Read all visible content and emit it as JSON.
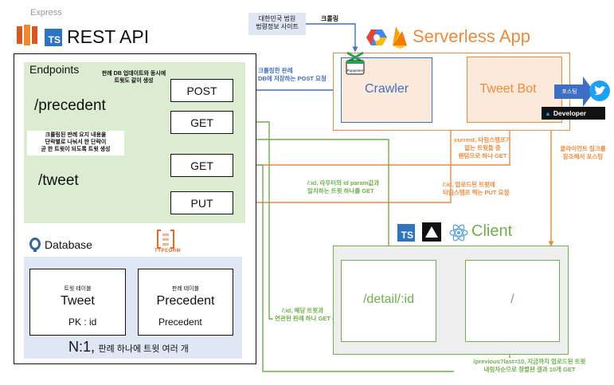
{
  "api": {
    "express_label": "Express",
    "ts_badge": "TS",
    "title": "REST API",
    "endpoints_label": "Endpoints",
    "precedent_route": "/precedent",
    "tweet_route": "/tweet",
    "note_post": "판례 DB 업데이트와 동시에\n트윗도 같이 생성",
    "note_tweet": "크롤링된 판례 요지 내용을\n단락별로 나눠서 한 단락이\n곧 한 트윗이 되도록 트윗 생성",
    "methods": [
      "POST",
      "GET",
      "GET",
      "PUT"
    ],
    "database_label": "Database",
    "typeorm_label": "TYPEORM",
    "tweet_table_caption": "트윗 테이블",
    "tweet_table_name": "Tweet",
    "tweet_pk": "PK : id",
    "precedent_table_caption": "판례 테이블",
    "precedent_table_name": "Precedent",
    "precedent_fk": "Precedent",
    "relation_main": "N:1,",
    "relation_sub": "판례 하나에 트윗 여러 개"
  },
  "serverless": {
    "title": "Serverless App",
    "crawler": "Crawler",
    "tweet_bot": "Tweet Bot",
    "puppeteer": "Puppeteer",
    "source_box": "대한민국 법원\n법령정보 사이트",
    "crawl_label": "크롤링",
    "posting": "포스팅",
    "developer": "Developer"
  },
  "client": {
    "ts_badge": "TS",
    "title": "Client",
    "detail_route": "/detail/:id",
    "root_route": "/"
  },
  "edges": {
    "crawl_post": "크롤링한 판례\nDB에 저장하는 POST 요청",
    "random_get": "current, 타임스탬프가\n없는 트윗들 중\n랜덤으로 하나 GET",
    "put_timestamp": "/:id, 업로드된 트윗에\n타임스탬프 찍는 PUT 요청",
    "id_get": "/:id, 라우터의 id param값과\n일치하는 트윗 하나를 GET",
    "client_link": "클라이언트 링크를\n참조해서 포스팅",
    "related_get": "/:id, 해당 트윗과\n연관된 판례 하나 GET",
    "previous_get": "/previous?last=10, 지금까지 업로드된 트윗\n내림차순으로 정렬된 결과 10개 GET"
  },
  "colors": {
    "green": "#6fb04a",
    "orange": "#ef8a3a",
    "blue": "#3f6fc4",
    "light_green": "#dcecd0",
    "light_blue": "#dfe6f4",
    "light_orange": "#fbe9dc",
    "gray": "#eeeeee"
  }
}
